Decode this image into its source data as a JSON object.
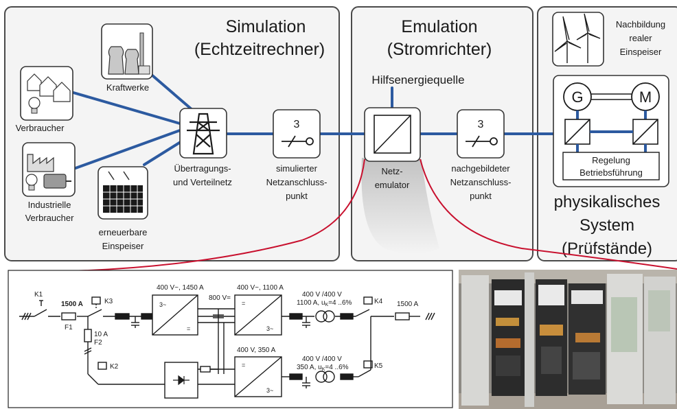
{
  "panels": {
    "simulation": {
      "title_line1": "Simulation",
      "title_line2": "(Echtzeitrechner)"
    },
    "emulation": {
      "title_line1": "Emulation",
      "title_line2": "(Stromrichter)"
    },
    "physical": {
      "label_line1": "physikalisches",
      "label_line2": "System",
      "label_line3": "(Prüfstände)"
    }
  },
  "simulation_nodes": {
    "kraftwerke": "Kraftwerke",
    "verbraucher": "Verbraucher",
    "industrielle_line1": "Industrielle",
    "industrielle_line2": "Verbraucher",
    "erneuerbare_line1": "erneuerbare",
    "erneuerbare_line2": "Einspeiser",
    "netz_line1": "Übertragungs-",
    "netz_line2": "und Verteilnetz",
    "sim_point_line1": "simulierter",
    "sim_point_line2": "Netzanschluss-",
    "sim_point_line3": "punkt",
    "phase_count": "3"
  },
  "emulation_nodes": {
    "hilfsenergie": "Hilfsenergiequelle",
    "netzemulator_line1": "Netz-",
    "netzemulator_line2": "emulator",
    "nach_point_line1": "nachgebildeter",
    "nach_point_line2": "Netzanschluss-",
    "nach_point_line3": "punkt",
    "phase_count": "3"
  },
  "physical_nodes": {
    "nachbildung_line1": "Nachbildung",
    "nachbildung_line2": "realer",
    "nachbildung_line3": "Einspeiser",
    "generator": "G",
    "motor": "M",
    "regelung_line1": "Regelung",
    "regelung_line2": "Betriebsführung"
  },
  "schematic": {
    "k1": "K1",
    "k2": "K2",
    "k3": "K3",
    "k4": "K4",
    "k5": "K5",
    "f1": "F1",
    "f2": "F2",
    "current_in": "1500 A",
    "current_out": "1500 A",
    "fuse2_current": "10 A",
    "conv1_rating": "400 V~, 1450 A",
    "dc_link": "800 V=",
    "conv2_rating": "400 V~, 1100 A",
    "conv3_rating": "400 V, 350 A",
    "tr1_line1": "400 V /400 V",
    "tr1_line2": "1100 A, u",
    "tr1_line2_sub": "K",
    "tr1_line2_tail": "=4 ..6%",
    "tr2_line1": "400 V /400 V",
    "tr2_line2": "350 A, u",
    "tr2_line2_sub": "K",
    "tr2_line2_tail": "=4 ..6%",
    "ac3": "3~",
    "eq": "=",
    "ac3_out": "3~"
  },
  "colors": {
    "line_blue": "#2c5aa0",
    "accent_red": "#c8102e",
    "panel_border": "#4a4a4a",
    "panel_fill": "#f4f4f4"
  },
  "icons": {
    "kraftwerke": "power-plant-icon",
    "verbraucher": "houses-lightbulb-icon",
    "industrielle": "factory-lightbulb-motor-icon",
    "erneuerbare": "solar-panel-icon",
    "netz": "transmission-tower-icon",
    "windrad": "wind-turbine-icon"
  }
}
